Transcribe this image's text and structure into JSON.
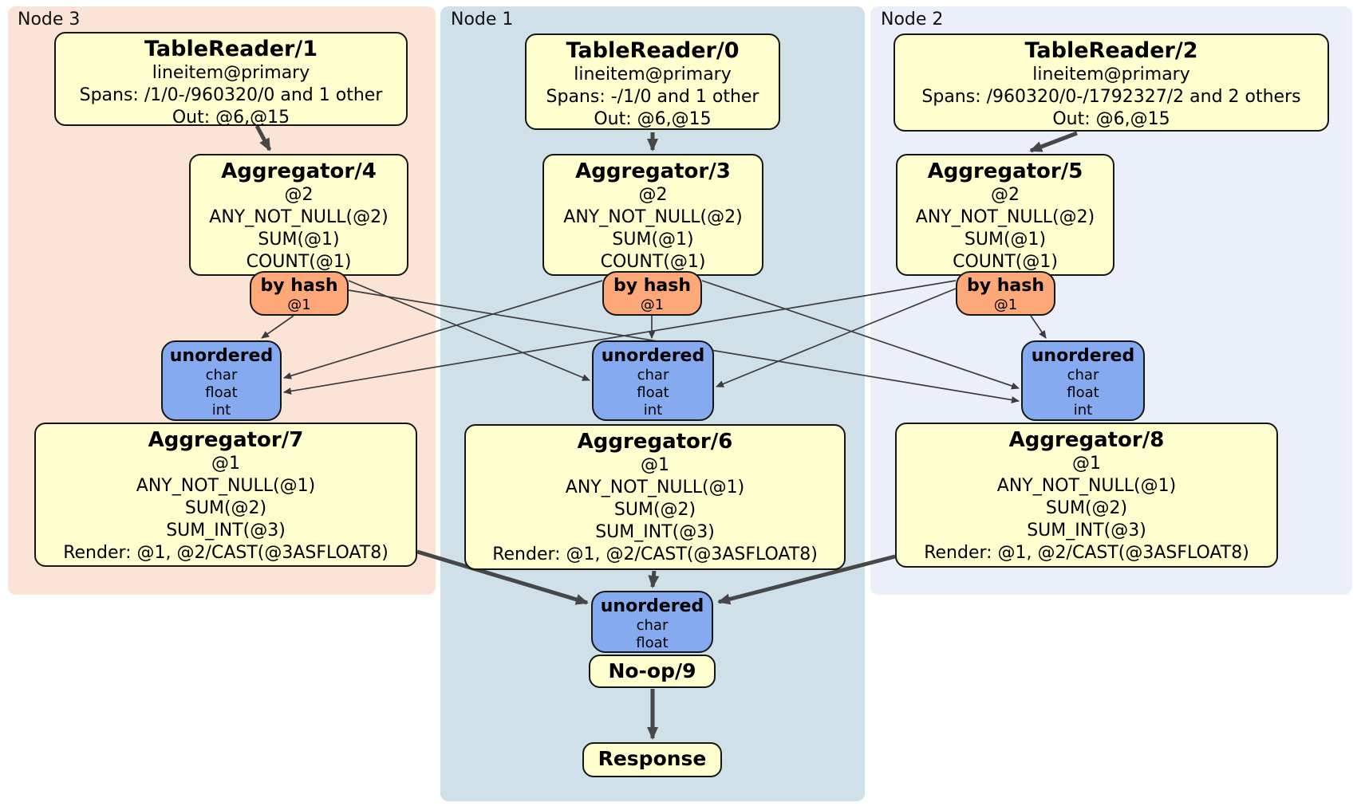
{
  "regions": [
    {
      "id": "node3",
      "label": "Node 3",
      "bg": "#FBE4D5"
    },
    {
      "id": "node1",
      "label": "Node 1",
      "bg": "#CFE0E9"
    },
    {
      "id": "node2",
      "label": "Node 2",
      "bg": "#EAEFFA"
    }
  ],
  "colors": {
    "processor_bg": "#FEFECE",
    "router_bg": "#FCA878",
    "sync_bg": "#85AAEF",
    "edge": "#474747",
    "border": "#161616"
  },
  "nodes": {
    "tablereader1": {
      "title": "TableReader/1",
      "lines": [
        "lineitem@primary",
        "Spans: /1/0-/960320/0 and 1 other",
        "Out: @6,@15"
      ]
    },
    "tablereader0": {
      "title": "TableReader/0",
      "lines": [
        "lineitem@primary",
        "Spans: -/1/0 and 1 other",
        "Out: @6,@15"
      ]
    },
    "tablereader2": {
      "title": "TableReader/2",
      "lines": [
        "lineitem@primary",
        "Spans: /960320/0-/1792327/2 and 2 others",
        "Out: @6,@15"
      ]
    },
    "aggregator4": {
      "title": "Aggregator/4",
      "lines": [
        "@2",
        "ANY_NOT_NULL(@2)",
        "SUM(@1)",
        "COUNT(@1)"
      ]
    },
    "aggregator3": {
      "title": "Aggregator/3",
      "lines": [
        "@2",
        "ANY_NOT_NULL(@2)",
        "SUM(@1)",
        "COUNT(@1)"
      ]
    },
    "aggregator5": {
      "title": "Aggregator/5",
      "lines": [
        "@2",
        "ANY_NOT_NULL(@2)",
        "SUM(@1)",
        "COUNT(@1)"
      ]
    },
    "byhash3": {
      "title": "by hash",
      "lines": [
        "@1"
      ]
    },
    "byhash1": {
      "title": "by hash",
      "lines": [
        "@1"
      ]
    },
    "byhash2": {
      "title": "by hash",
      "lines": [
        "@1"
      ]
    },
    "unordered3": {
      "title": "unordered",
      "lines": [
        "char",
        "float",
        "int"
      ]
    },
    "unordered1": {
      "title": "unordered",
      "lines": [
        "char",
        "float",
        "int"
      ]
    },
    "unordered2": {
      "title": "unordered",
      "lines": [
        "char",
        "float",
        "int"
      ]
    },
    "aggregator7": {
      "title": "Aggregator/7",
      "lines": [
        "@1",
        "ANY_NOT_NULL(@1)",
        "SUM(@2)",
        "SUM_INT(@3)",
        "Render: @1, @2/CAST(@3ASFLOAT8)"
      ]
    },
    "aggregator6": {
      "title": "Aggregator/6",
      "lines": [
        "@1",
        "ANY_NOT_NULL(@1)",
        "SUM(@2)",
        "SUM_INT(@3)",
        "Render: @1, @2/CAST(@3ASFLOAT8)"
      ]
    },
    "aggregator8": {
      "title": "Aggregator/8",
      "lines": [
        "@1",
        "ANY_NOT_NULL(@1)",
        "SUM(@2)",
        "SUM_INT(@3)",
        "Render: @1, @2/CAST(@3ASFLOAT8)"
      ]
    },
    "unordered0": {
      "title": "unordered",
      "lines": [
        "char",
        "float"
      ]
    },
    "noop9": {
      "title": "No-op/9"
    },
    "response": {
      "title": "Response"
    }
  }
}
